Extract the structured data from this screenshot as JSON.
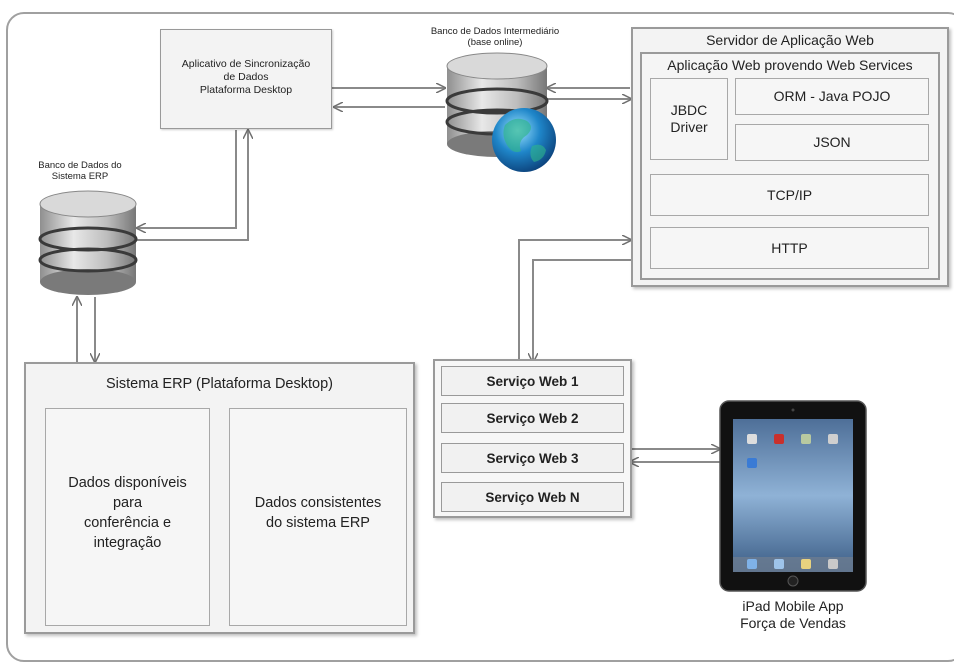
{
  "sync_app": {
    "line1": "Aplicativo de Sincronização",
    "line2": "de Dados",
    "line3": "Plataforma Desktop"
  },
  "intermediate_db": {
    "line1": "Banco de Dados Intermediário",
    "line2": "(base online)"
  },
  "erp_db": {
    "line1": "Banco de Dados do",
    "line2": "Sistema ERP"
  },
  "web_server": {
    "title": "Servidor de Aplicação Web",
    "app_title": "Aplicação Web provendo Web Services",
    "jdbc_line1": "JBDC",
    "jdbc_line2": "Driver",
    "orm": "ORM - Java POJO",
    "json": "JSON",
    "tcpip": "TCP/IP",
    "http": "HTTP"
  },
  "erp_system": {
    "title": "Sistema ERP (Plataforma Desktop)",
    "left_box": {
      "l1": "Dados disponíveis",
      "l2": "para",
      "l3": "conferência e",
      "l4": "integração"
    },
    "right_box": {
      "l1": "Dados consistentes",
      "l2": "do sistema ERP"
    }
  },
  "services": [
    "Serviço Web 1",
    "Serviço Web 2",
    "Serviço Web 3",
    "Serviço Web N"
  ],
  "ipad": {
    "line1": "iPad Mobile App",
    "line2": "Força de Vendas"
  }
}
